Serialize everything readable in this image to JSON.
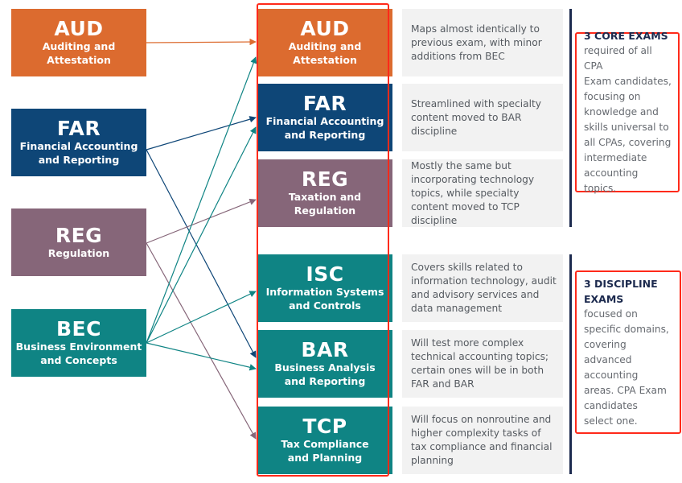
{
  "colors": {
    "aud": "#dc6b2f",
    "far": "#0e4677",
    "reg": "#866679",
    "teal": "#0f8484",
    "desc_bg": "#f2f2f2",
    "navy_bar": "#1c2a4e",
    "highlight": "#ff2a1a"
  },
  "previous_exams": [
    {
      "code": "AUD",
      "name_line1": "Auditing and",
      "name_line2": "Attestation",
      "color_key": "aud"
    },
    {
      "code": "FAR",
      "name_line1": "Financial Accounting",
      "name_line2": "and Reporting",
      "color_key": "far"
    },
    {
      "code": "REG",
      "name_line1": "Regulation",
      "name_line2": "",
      "color_key": "reg"
    },
    {
      "code": "BEC",
      "name_line1": "Business Environment",
      "name_line2": "and Concepts",
      "color_key": "teal"
    }
  ],
  "new_exams": [
    {
      "code": "AUD",
      "name_line1": "Auditing and",
      "name_line2": "Attestation",
      "color_key": "aud",
      "desc": "Maps almost identically to previous exam, with minor additions from BEC"
    },
    {
      "code": "FAR",
      "name_line1": "Financial Accounting",
      "name_line2": "and Reporting",
      "color_key": "far",
      "desc": "Streamlined with specialty content moved to BAR discipline"
    },
    {
      "code": "REG",
      "name_line1": "Taxation and",
      "name_line2": "Regulation",
      "color_key": "reg",
      "desc": "Mostly the same but incorporating technology topics, while specialty content moved to TCP discipline"
    },
    {
      "code": "ISC",
      "name_line1": "Information Systems",
      "name_line2": "and Controls",
      "color_key": "teal",
      "desc": "Covers skills related to information technology,  audit and advisory services and data management"
    },
    {
      "code": "BAR",
      "name_line1": "Business Analysis",
      "name_line2": "and Reporting",
      "color_key": "teal",
      "desc": "Will test more complex technical accounting topics; certain ones will be in both FAR and BAR"
    },
    {
      "code": "TCP",
      "name_line1": "Tax Compliance",
      "name_line2": "and Planning",
      "color_key": "teal",
      "desc": "Will focus on nonroutine and higher complexity tasks of tax compliance and financial planning"
    }
  ],
  "mappings": [
    {
      "from": "AUD",
      "to": "AUD",
      "color_key": "aud"
    },
    {
      "from": "FAR",
      "to": "FAR",
      "color_key": "far"
    },
    {
      "from": "FAR",
      "to": "BAR",
      "color_key": "far"
    },
    {
      "from": "REG",
      "to": "REG",
      "color_key": "reg"
    },
    {
      "from": "REG",
      "to": "TCP",
      "color_key": "reg"
    },
    {
      "from": "BEC",
      "to": "AUD",
      "color_key": "teal"
    },
    {
      "from": "BEC",
      "to": "FAR",
      "color_key": "teal"
    },
    {
      "from": "BEC",
      "to": "ISC",
      "color_key": "teal"
    },
    {
      "from": "BEC",
      "to": "BAR",
      "color_key": "teal"
    }
  ],
  "summaries": {
    "core": {
      "heading": "3 CORE EXAMS",
      "lines": [
        "required of all CPA",
        "Exam candidates,",
        "focusing on",
        "knowledge and",
        "skills universal to",
        "all CPAs, covering",
        "intermediate",
        "accounting topics."
      ]
    },
    "discipline": {
      "heading_line1": "3 DISCIPLINE",
      "heading_line2": "EXAMS",
      "lines": [
        "focused on",
        "specific domains,",
        "covering advanced",
        "accounting",
        "areas. CPA Exam",
        "candidates",
        "select one."
      ]
    }
  }
}
